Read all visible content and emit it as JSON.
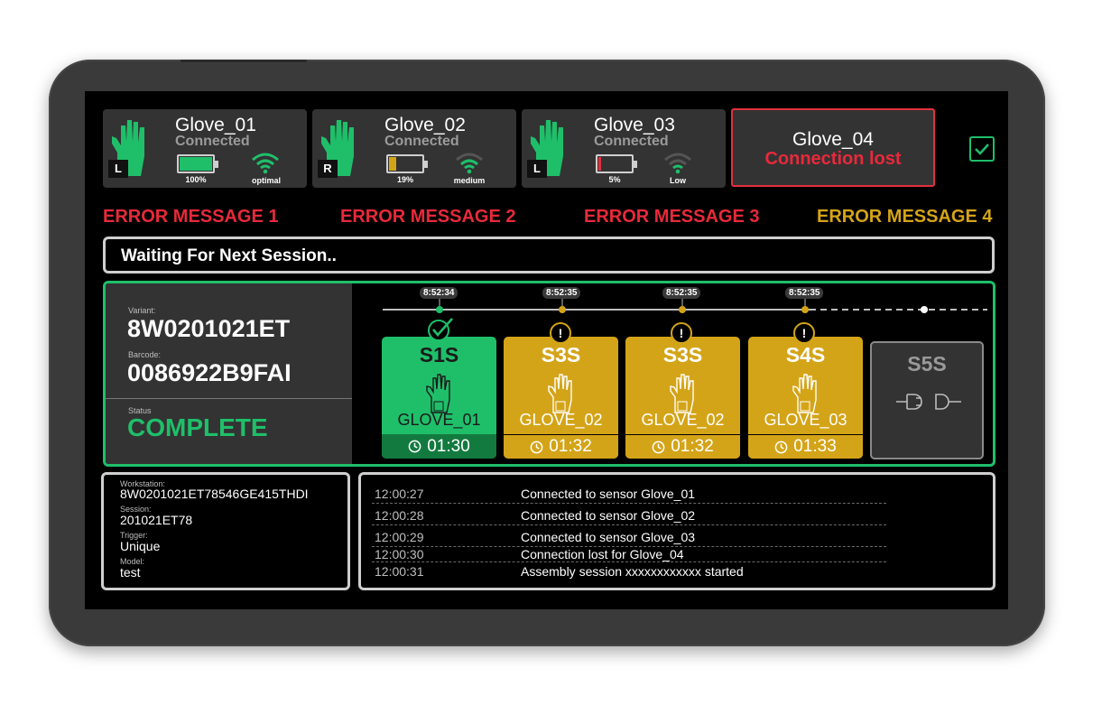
{
  "gloves": [
    {
      "name": "Glove_01",
      "status": "Connected",
      "side": "L",
      "battery_pct": 100,
      "battery_label": "100%",
      "battery_color": "#1fbf6a",
      "signal": "optimal",
      "signal_color": "#1fbf6a"
    },
    {
      "name": "Glove_02",
      "status": "Connected",
      "side": "R",
      "battery_pct": 19,
      "battery_label": "19%",
      "battery_color": "#d4a418",
      "signal": "medium",
      "signal_color": "#1fbf6a"
    },
    {
      "name": "Glove_03",
      "status": "Connected",
      "side": "L",
      "battery_pct": 5,
      "battery_label": "5%",
      "battery_color": "#e2303e",
      "signal": "Low",
      "signal_color": "#1fbf6a"
    },
    {
      "name": "Glove_04",
      "status": "Connection lost"
    }
  ],
  "errors": [
    {
      "text": "ERROR MESSAGE 1",
      "color": "#e8293b"
    },
    {
      "text": "ERROR MESSAGE 2",
      "color": "#e8293b"
    },
    {
      "text": "ERROR MESSAGE 3",
      "color": "#e8293b"
    },
    {
      "text": "ERROR MESSAGE 4",
      "color": "#d4a418"
    }
  ],
  "status_bar": "Waiting For Next Session..",
  "session": {
    "variant_label": "Variant:",
    "variant": "8W0201021ET",
    "barcode_label": "Barcode:",
    "barcode": "0086922B9FAI",
    "status_label": "Status",
    "status": "COMPLETE"
  },
  "steps": [
    {
      "timestamp": "8:52:34",
      "title": "S1S",
      "glove": "GLOVE_01",
      "time": "01:30",
      "state": "done"
    },
    {
      "timestamp": "8:52:35",
      "title": "S3S",
      "glove": "GLOVE_02",
      "time": "01:32",
      "state": "warning"
    },
    {
      "timestamp": "8:52:35",
      "title": "S3S",
      "glove": "GLOVE_02",
      "time": "01:32",
      "state": "warning"
    },
    {
      "timestamp": "8:52:35",
      "title": "S4S",
      "glove": "GLOVE_03",
      "time": "01:33",
      "state": "warning"
    },
    {
      "title": "S5S",
      "state": "pending"
    }
  ],
  "workstation": {
    "workstation_label": "Workstation:",
    "workstation": "8W0201021ET78546GE415THDI",
    "session_label": "Session:",
    "session": "201021ET78",
    "trigger_label": "Trigger:",
    "trigger": "Unique",
    "model_label": "Model:",
    "model": "test"
  },
  "log": [
    {
      "time": "12:00:27",
      "message": "Connected to sensor Glove_01"
    },
    {
      "time": "12:00:28",
      "message": "Connected to sensor Glove_02"
    },
    {
      "time": "12:00:29",
      "message": "Connected to sensor Glove_03"
    },
    {
      "time": "12:00:30",
      "message": "Connection lost for Glove_04"
    },
    {
      "time": "12:00:31",
      "message": "Assembly session xxxxxxxxxxxx started"
    }
  ],
  "colors": {
    "green": "#1fbf6a",
    "amber": "#d4a418",
    "red": "#e2303e",
    "grey": "#cfcfcf"
  }
}
